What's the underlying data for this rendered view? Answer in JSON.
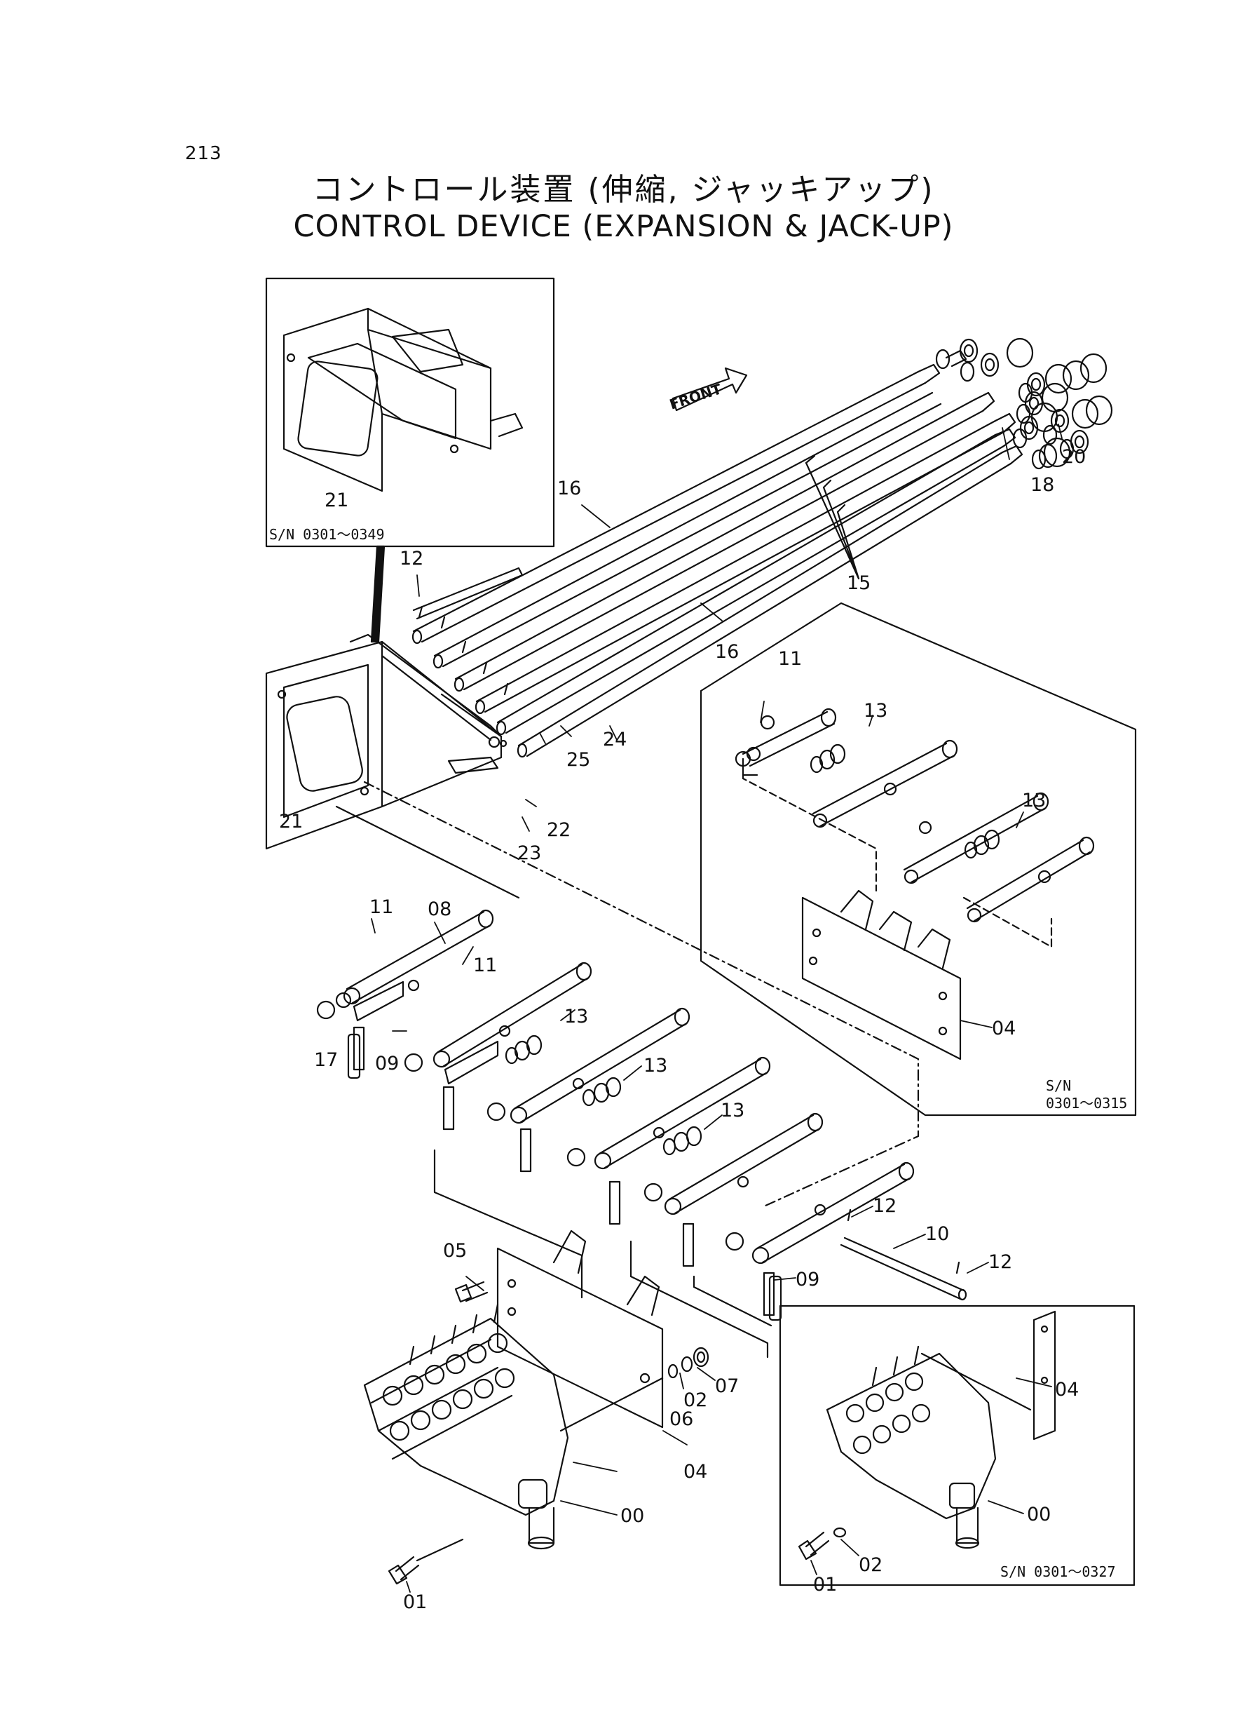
{
  "page_number": "213",
  "title_jp": "コントロール装置 (伸縮, ジャッキアップ)",
  "title_en": "CONTROL DEVICE (EXPANSION & JACK-UP)",
  "front_label": "FRONT",
  "serial_notes": {
    "box_top_left": "S/N 0301～0349",
    "box_right_line1": "S/N",
    "box_right_line2": "0301～0315",
    "box_bottom_right": "S/N 0301～0327"
  },
  "part_labels": {
    "p00": "00",
    "p01": "01",
    "p02": "02",
    "p04": "04",
    "p05": "05",
    "p06": "06",
    "p07": "07",
    "p08": "08",
    "p09": "09",
    "p10": "10",
    "p11": "11",
    "p12": "12",
    "p13": "13",
    "p15": "15",
    "p16": "16",
    "p17": "17",
    "p18": "18",
    "p20": "20",
    "p21": "21",
    "p22": "22",
    "p23": "23",
    "p24": "24",
    "p25": "25"
  }
}
